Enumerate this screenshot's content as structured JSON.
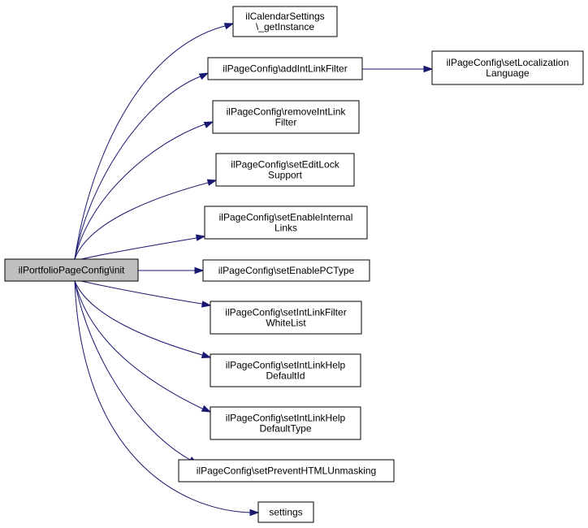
{
  "graph": {
    "root": {
      "lines": [
        "ilPortfolioPageConfig\\init"
      ]
    },
    "nodes": [
      {
        "id": "n1",
        "lines": [
          "ilCalendarSettings",
          "\\_getInstance"
        ]
      },
      {
        "id": "n2",
        "lines": [
          "ilPageConfig\\addIntLinkFilter"
        ]
      },
      {
        "id": "n3",
        "lines": [
          "ilPageConfig\\removeIntLink",
          "Filter"
        ]
      },
      {
        "id": "n4",
        "lines": [
          "ilPageConfig\\setEditLock",
          "Support"
        ]
      },
      {
        "id": "n5",
        "lines": [
          "ilPageConfig\\setEnableInternal",
          "Links"
        ]
      },
      {
        "id": "n6",
        "lines": [
          "ilPageConfig\\setEnablePCType"
        ]
      },
      {
        "id": "n7",
        "lines": [
          "ilPageConfig\\setIntLinkFilter",
          "WhiteList"
        ]
      },
      {
        "id": "n8",
        "lines": [
          "ilPageConfig\\setIntLinkHelp",
          "DefaultId"
        ]
      },
      {
        "id": "n9",
        "lines": [
          "ilPageConfig\\setIntLinkHelp",
          "DefaultType"
        ]
      },
      {
        "id": "n10",
        "lines": [
          "ilPageConfig\\setPreventHTMLUnmasking"
        ]
      },
      {
        "id": "n11",
        "lines": [
          "settings"
        ]
      },
      {
        "id": "n12",
        "lines": [
          "ilPageConfig\\setLocalization",
          "Language"
        ]
      }
    ],
    "edges": [
      {
        "from": "root",
        "to": "n1"
      },
      {
        "from": "root",
        "to": "n2"
      },
      {
        "from": "root",
        "to": "n3"
      },
      {
        "from": "root",
        "to": "n4"
      },
      {
        "from": "root",
        "to": "n5"
      },
      {
        "from": "root",
        "to": "n6"
      },
      {
        "from": "root",
        "to": "n7"
      },
      {
        "from": "root",
        "to": "n8"
      },
      {
        "from": "root",
        "to": "n9"
      },
      {
        "from": "root",
        "to": "n10"
      },
      {
        "from": "root",
        "to": "n11"
      },
      {
        "from": "n2",
        "to": "n12"
      }
    ],
    "colors": {
      "edge": "#191970",
      "root_fill": "#bfbfbf",
      "node_fill": "#ffffff",
      "border": "#000000"
    }
  }
}
